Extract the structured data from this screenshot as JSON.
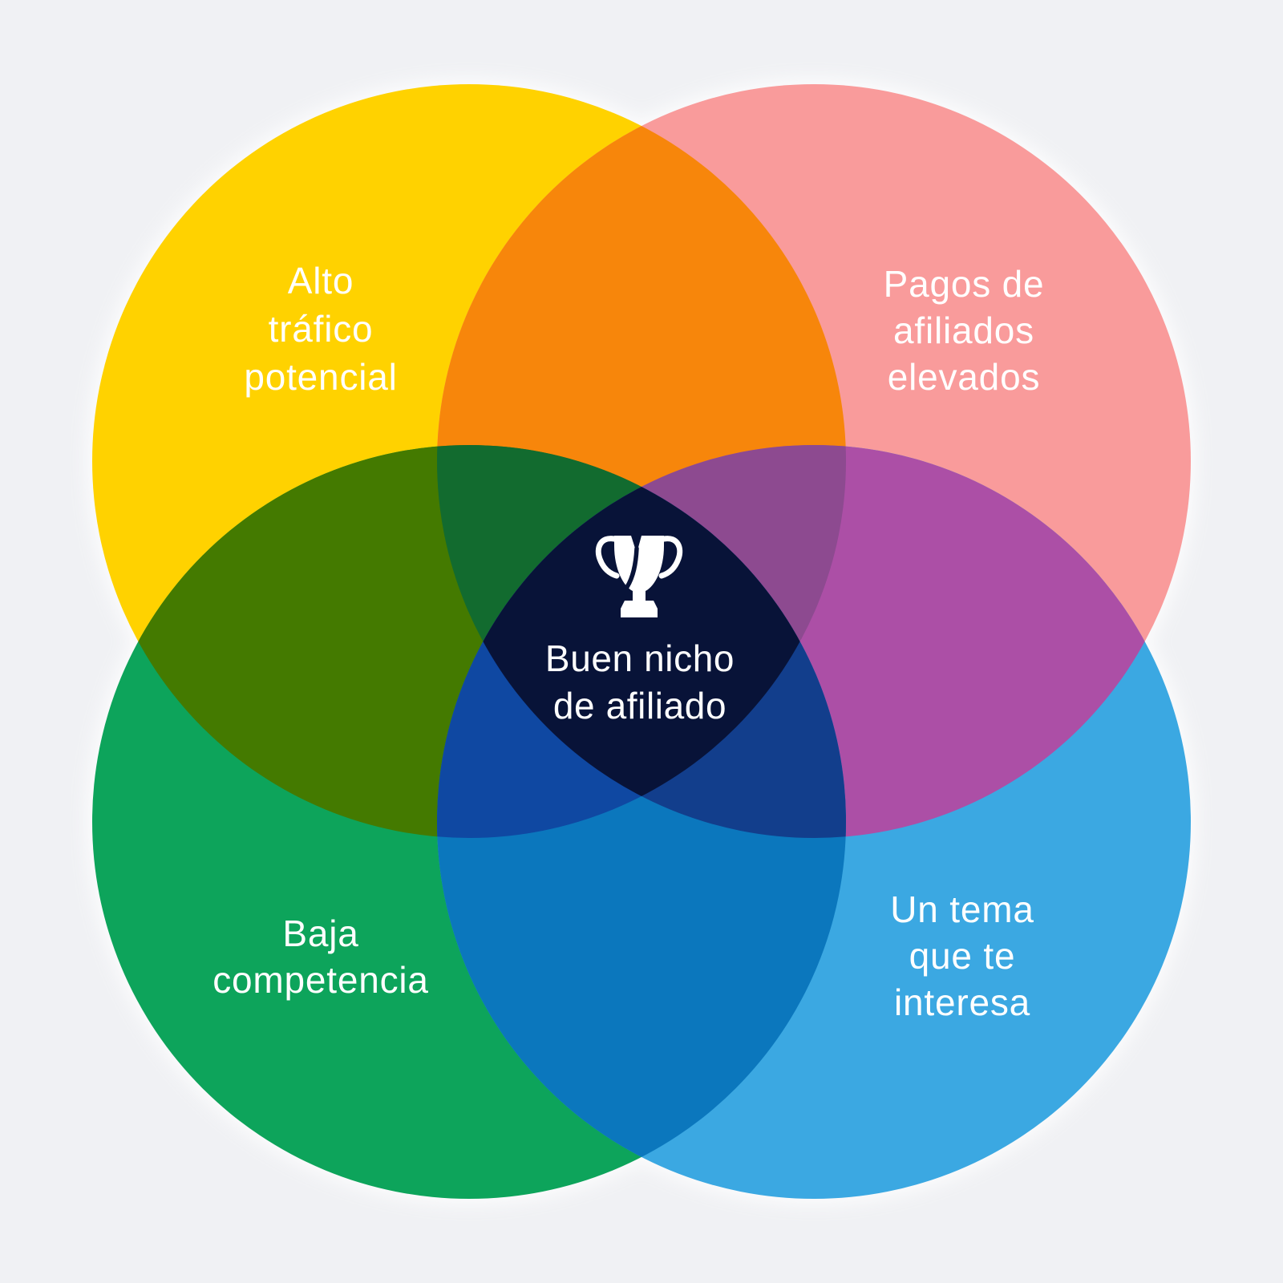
{
  "page": {
    "background_color": "#F0F1F4",
    "text_color": "#FFFFFF",
    "glow_color": "#FFFFFF"
  },
  "venn": {
    "sets": [
      {
        "color": "#FFD200",
        "label_lines": [
          "Alto",
          "tráfico",
          "potencial"
        ]
      },
      {
        "color": "#F99B9B",
        "label_lines": [
          "Pagos de",
          "afiliados",
          "elevados"
        ]
      },
      {
        "color": "#0DA45B",
        "label_lines": [
          "Baja",
          "competencia"
        ]
      },
      {
        "color": "#3BA8E2",
        "label_lines": [
          "Un tema",
          "que te",
          "interesa"
        ]
      }
    ],
    "overlap_colors": {
      "top_pair": "#F7860B",
      "left_pair": "#447A00",
      "right_pair": "#AC4FA6",
      "bottom_pair": "#0B77BD",
      "top_left_triple": "#126B2F",
      "top_right_triple": "#8D4A90",
      "bottom_left_triple": "#0F48A2",
      "bottom_right_triple": "#123E8C",
      "center": "#081338"
    },
    "center": {
      "icon": "trophy",
      "label_lines": [
        "Buen nicho",
        "de afiliado"
      ]
    }
  }
}
